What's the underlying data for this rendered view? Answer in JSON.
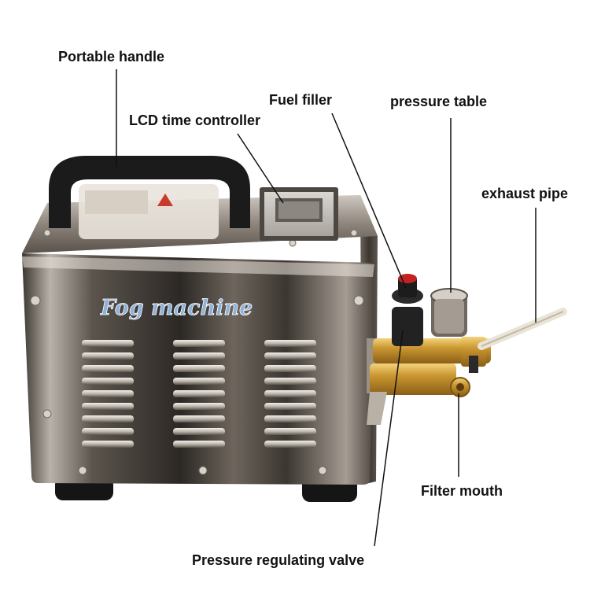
{
  "diagram": {
    "brand_text": "Fog machine",
    "labels": {
      "portable_handle": "Portable handle",
      "lcd_time_controller": "LCD time controller",
      "fuel_filler": "Fuel filler",
      "pressure_table": "pressure table",
      "exhaust_pipe": "exhaust pipe",
      "filter_mouth": "Filter mouth",
      "pressure_regulating_valve": "Pressure regulating valve"
    }
  }
}
